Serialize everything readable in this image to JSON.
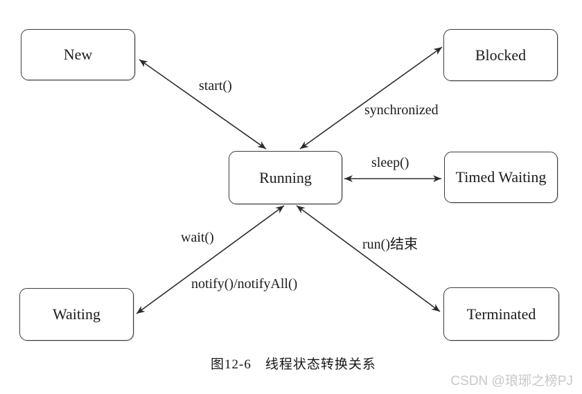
{
  "figure": {
    "caption": "图12-6　线程状态转换关系",
    "watermark": "CSDN @琅琊之榜PJ"
  },
  "diagram": {
    "type": "thread-state-transition-diagram",
    "nodes": [
      {
        "id": "new",
        "label": "New"
      },
      {
        "id": "blocked",
        "label": "Blocked"
      },
      {
        "id": "running",
        "label": "Running"
      },
      {
        "id": "timed-waiting",
        "label": "Timed Waiting"
      },
      {
        "id": "waiting",
        "label": "Waiting"
      },
      {
        "id": "terminated",
        "label": "Terminated"
      }
    ],
    "edges": [
      {
        "id": "new-running",
        "between": [
          "New",
          "Running"
        ],
        "arrows": "both",
        "label": "start()"
      },
      {
        "id": "running-blocked",
        "between": [
          "Running",
          "Blocked"
        ],
        "arrows": "both",
        "label": "synchronized"
      },
      {
        "id": "running-timedwaiting",
        "between": [
          "Running",
          "Timed Waiting"
        ],
        "arrows": "both",
        "label": "sleep()"
      },
      {
        "id": "running-waiting",
        "between": [
          "Running",
          "Waiting"
        ],
        "arrows": "both",
        "labels": [
          "wait()",
          "notify()/notifyAll()"
        ]
      },
      {
        "id": "running-terminated",
        "between": [
          "Running",
          "Terminated"
        ],
        "arrows": "both",
        "label": "run()结束"
      }
    ],
    "colors": {
      "line": "#2b2b2b",
      "node_border": "#3c3c3c",
      "text": "#1c1c1c",
      "watermark": "#c7c7cb",
      "background": "#ffffff"
    }
  }
}
